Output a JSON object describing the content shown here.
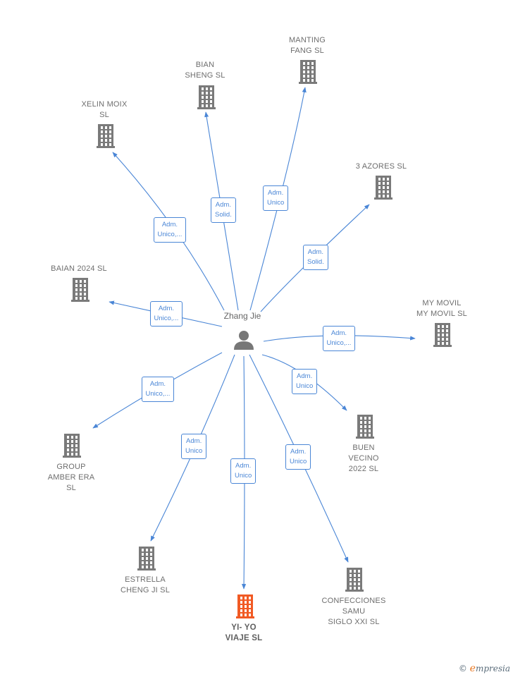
{
  "center": {
    "name": "Zhang Jie"
  },
  "colors": {
    "edge": "#4a86d6",
    "building": "#7a7a7a",
    "highlight": "#f15a24"
  },
  "companies": [
    {
      "id": "manting",
      "lines": [
        "MANTING",
        "FANG  SL"
      ]
    },
    {
      "id": "bian",
      "lines": [
        "BIAN",
        "SHENG SL"
      ]
    },
    {
      "id": "xelin",
      "lines": [
        "XELIN MOIX",
        "SL"
      ]
    },
    {
      "id": "azores",
      "lines": [
        "3 AZORES  SL"
      ]
    },
    {
      "id": "baian",
      "lines": [
        "BAIAN 2024  SL"
      ]
    },
    {
      "id": "mymovil",
      "lines": [
        "MY MOVIL",
        "MY MOVIL  SL"
      ]
    },
    {
      "id": "buen",
      "lines": [
        "BUEN",
        "VECINO",
        "2022  SL"
      ]
    },
    {
      "id": "group",
      "lines": [
        "GROUP",
        "AMBER ERA",
        "SL"
      ]
    },
    {
      "id": "estrella",
      "lines": [
        "ESTRELLA",
        "CHENG JI  SL"
      ]
    },
    {
      "id": "yiyo",
      "lines": [
        "YI- YO",
        "VIAJE  SL"
      ],
      "highlight": true
    },
    {
      "id": "confecciones",
      "lines": [
        "CONFECCIONES",
        "SAMU",
        "SIGLO XXI  SL"
      ]
    }
  ],
  "roles": [
    {
      "target": "manting",
      "lines": [
        "Adm.",
        "Unico"
      ]
    },
    {
      "target": "bian",
      "lines": [
        "Adm.",
        "Solid."
      ]
    },
    {
      "target": "xelin",
      "lines": [
        "Adm.",
        "Unico,..."
      ]
    },
    {
      "target": "azores",
      "lines": [
        "Adm.",
        "Solid."
      ]
    },
    {
      "target": "baian",
      "lines": [
        "Adm.",
        "Unico,..."
      ]
    },
    {
      "target": "mymovil",
      "lines": [
        "Adm.",
        "Unico,..."
      ]
    },
    {
      "target": "buen",
      "lines": [
        "Adm.",
        "Unico"
      ]
    },
    {
      "target": "group",
      "lines": [
        "Adm.",
        "Unico,..."
      ]
    },
    {
      "target": "estrella",
      "lines": [
        "Adm.",
        "Unico"
      ]
    },
    {
      "target": "yiyo",
      "lines": [
        "Adm.",
        "Unico"
      ]
    },
    {
      "target": "confecciones",
      "lines": [
        "Adm.",
        "Unico"
      ]
    }
  ],
  "brand": {
    "copyright": "©",
    "initial": "e",
    "rest": "mpresia"
  }
}
